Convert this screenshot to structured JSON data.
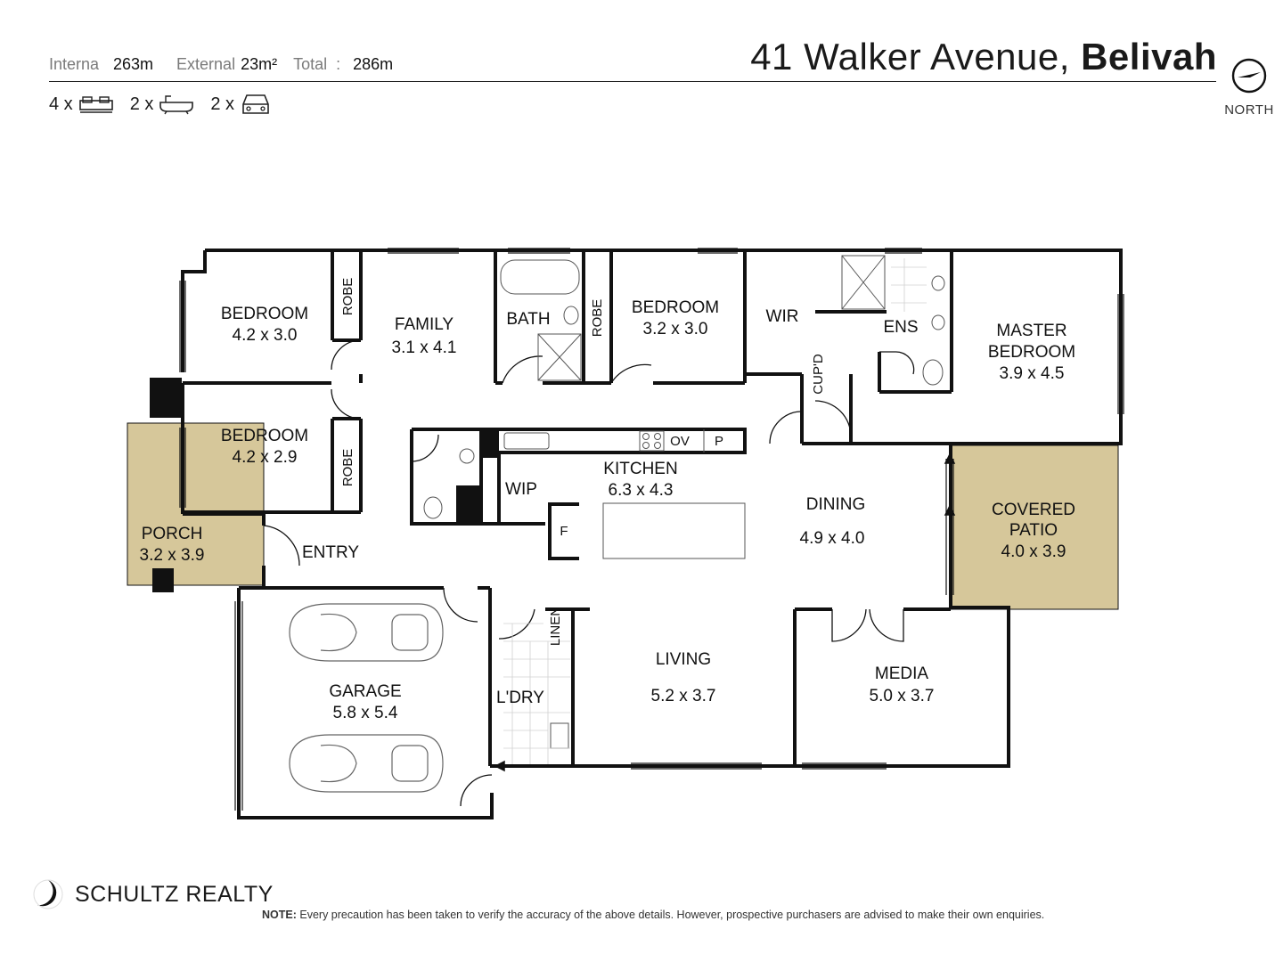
{
  "header": {
    "internal_label": "Interna",
    "internal_value": "263m",
    "external_label": "External",
    "external_value": "23m²",
    "total_label": "Total",
    "total_sep": ":",
    "total_value": "286m",
    "street": "41 Walker Avenue,",
    "suburb": "Belivah",
    "north_label": "NORTH"
  },
  "counts": [
    {
      "prefix": "4 x",
      "icon": "bed-icon"
    },
    {
      "prefix": "2 x",
      "icon": "bath-icon"
    },
    {
      "prefix": "2 x",
      "icon": "car-icon"
    }
  ],
  "rooms": {
    "bedroom1": {
      "name": "BEDROOM",
      "dims": "4.2 x 3.0"
    },
    "bedroom2": {
      "name": "BEDROOM",
      "dims": "4.2 x 2.9"
    },
    "family": {
      "name": "FAMILY",
      "dims": "3.1 x 4.1"
    },
    "bath": {
      "name": "BATH"
    },
    "bedroom3": {
      "name": "BEDROOM",
      "dims": "3.2 x 3.0"
    },
    "wir": {
      "name": "WIR"
    },
    "ens": {
      "name": "ENS"
    },
    "master": {
      "name1": "MASTER",
      "name2": "BEDROOM",
      "dims": "3.9 x 4.5"
    },
    "kitchen": {
      "name": "KITCHEN",
      "dims": "6.3 x 4.3"
    },
    "wip": {
      "name": "WIP"
    },
    "dining": {
      "name": "DINING",
      "dims": "4.9 x 4.0"
    },
    "patio": {
      "name1": "COVERED",
      "name2": "PATIO",
      "dims": "4.0 x 3.9"
    },
    "porch": {
      "name": "PORCH",
      "dims": "3.2 x 3.9"
    },
    "entry": {
      "name": "ENTRY"
    },
    "garage": {
      "name": "GARAGE",
      "dims": "5.8 x 5.4"
    },
    "laundry": {
      "name": "L'DRY"
    },
    "living": {
      "name": "LIVING",
      "dims": "5.2 x 3.7"
    },
    "media": {
      "name": "MEDIA",
      "dims": "5.0 x 3.7"
    }
  },
  "labels": {
    "robe": "ROBE",
    "cupd": "CUP'D",
    "linen": "LINEN",
    "ov": "OV",
    "p": "P",
    "f": "F"
  },
  "colors": {
    "outdoor_fill": "#d6c79a",
    "wall": "#111111"
  },
  "footer": {
    "agency": "SCHULTZ REALTY",
    "note_bold": "NOTE:",
    "note_text": "Every precaution has been taken to verify the accuracy of the above details. However, prospective purchasers are advised to make their own enquiries."
  }
}
